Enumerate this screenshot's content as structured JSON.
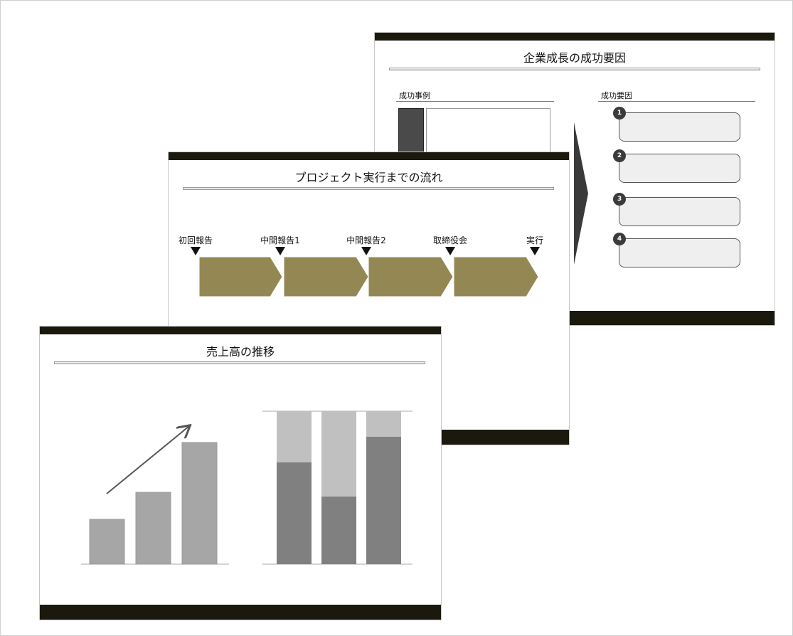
{
  "slides": {
    "success": {
      "title": "企業成長の成功要因",
      "left_heading": "成功事例",
      "right_heading": "成功要因",
      "factors": [
        "1",
        "2",
        "3",
        "4"
      ]
    },
    "flow": {
      "title": "プロジェクト実行までの流れ",
      "milestones": [
        "初回報告",
        "中間報告1",
        "中間報告2",
        "取締役会",
        "実行"
      ]
    },
    "sales": {
      "title": "売上高の推移"
    }
  },
  "colors": {
    "dark_bar": "#1b190d",
    "chevron": "#938754"
  }
}
